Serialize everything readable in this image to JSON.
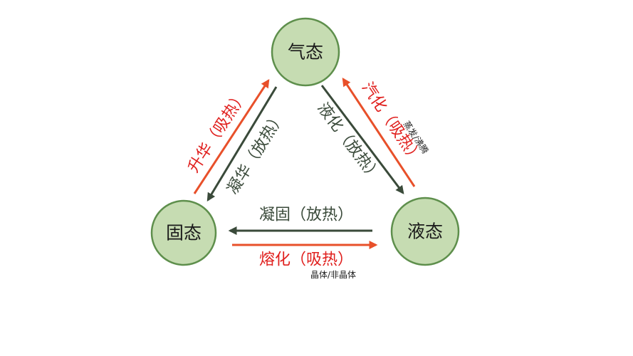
{
  "nodes": {
    "gas": "气态",
    "solid": "固态",
    "liquid": "液态"
  },
  "transitions": {
    "sublimation": "升华（吸热）",
    "deposition": "凝华（放热）",
    "liquefaction": "液化（放热）",
    "vaporization": "汽化（吸热）",
    "vaporization_note": "蒸发/沸腾",
    "solidification": "凝固（放热）",
    "melting": "熔化（吸热）",
    "melting_note": "晶体/非晶体"
  },
  "colors": {
    "absorb": "#e0201e",
    "release": "#3a4a3a",
    "absorb_arrow": "#e8502a",
    "node_fill": "#c6dcb2",
    "node_stroke": "#5e8f4c"
  }
}
